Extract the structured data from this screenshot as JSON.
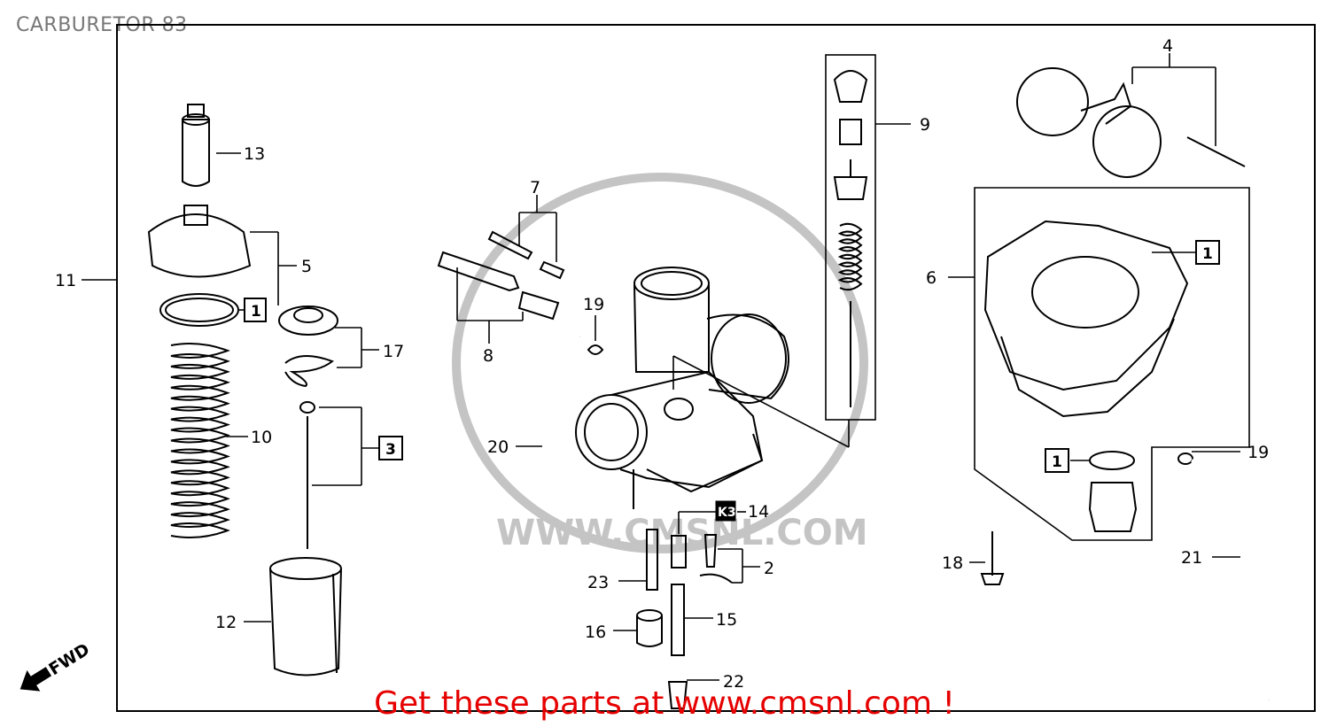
{
  "title": "CARBURETOR 83",
  "watermark": "WWW.CMSNL.COM",
  "fwd_label": "FWD",
  "footer": "Get these parts at www.cmsnl.com !",
  "colors": {
    "footer": "#e60000",
    "watermark": "#c4c4c4",
    "title": "#777777"
  },
  "callouts": {
    "p1": "1",
    "p2": "2",
    "p3": "3",
    "p4": "4",
    "p5": "5",
    "p6": "6",
    "p7": "7",
    "p8": "8",
    "p9": "9",
    "p10": "10",
    "p11": "11",
    "p12": "12",
    "p13": "13",
    "p14": "14",
    "p15": "15",
    "p16": "16",
    "p17": "17",
    "p18": "18",
    "p19": "19",
    "p20": "20",
    "p21": "21",
    "p22": "22",
    "p23": "23"
  },
  "kit_boxes": {
    "seal_kit": "1",
    "needle_kit": "3",
    "jet_kit": "K3"
  }
}
